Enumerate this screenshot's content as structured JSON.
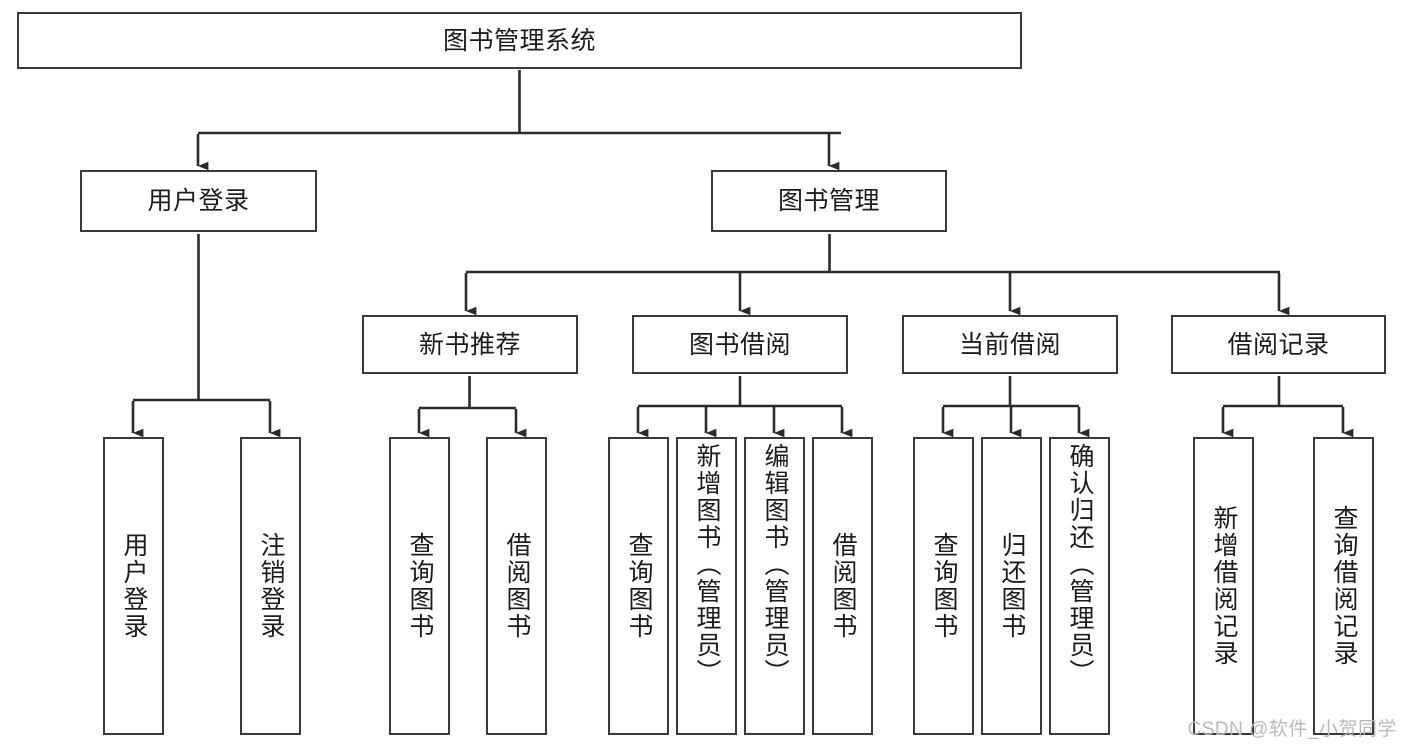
{
  "diagram": {
    "title": "图书管理系统",
    "type": "hierarchy-tree",
    "watermark": "CSDN @软件_小贺同学",
    "colors": {
      "box_border": "#3a3a3a",
      "box_fill": "#ffffff",
      "connector": "#2b2b2b",
      "text": "#1c1c1c",
      "watermark": "#b9b9b9",
      "background": "#ffffff"
    },
    "levels": {
      "level1": "root",
      "level2": "modules",
      "level3": "submodules",
      "level4": "operations"
    },
    "nodes": {
      "root": {
        "label": "图书管理系统",
        "orientation": "horizontal"
      },
      "user_login": {
        "label": "用户登录",
        "orientation": "horizontal"
      },
      "book_manage": {
        "label": "图书管理",
        "orientation": "horizontal"
      },
      "new_book_rec": {
        "label": "新书推荐",
        "orientation": "horizontal"
      },
      "book_borrow": {
        "label": "图书借阅",
        "orientation": "horizontal"
      },
      "current_borrow": {
        "label": "当前借阅",
        "orientation": "horizontal"
      },
      "borrow_record": {
        "label": "借阅记录",
        "orientation": "horizontal"
      },
      "leaf_user_login": {
        "label": "用户登录",
        "orientation": "vertical"
      },
      "leaf_logout": {
        "label": "注销登录",
        "orientation": "vertical"
      },
      "leaf_query_book_1": {
        "label": "查询图书",
        "orientation": "vertical"
      },
      "leaf_borrow_book_1": {
        "label": "借阅图书",
        "orientation": "vertical"
      },
      "leaf_query_book_2": {
        "label": "查询图书",
        "orientation": "vertical"
      },
      "leaf_add_book": {
        "label": "新增图书（管理员）",
        "orientation": "vertical"
      },
      "leaf_edit_book": {
        "label": "编辑图书（管理员）",
        "orientation": "vertical"
      },
      "leaf_borrow_book_2": {
        "label": "借阅图书",
        "orientation": "vertical"
      },
      "leaf_query_book_3": {
        "label": "查询图书",
        "orientation": "vertical"
      },
      "leaf_return_book": {
        "label": "归还图书",
        "orientation": "vertical"
      },
      "leaf_confirm_return": {
        "label": "确认归还（管理员）",
        "orientation": "vertical"
      },
      "leaf_add_record": {
        "label": "新增借阅记录",
        "orientation": "vertical"
      },
      "leaf_query_record": {
        "label": "查询借阅记录",
        "orientation": "vertical"
      }
    },
    "edges": [
      {
        "from": "root",
        "to": "user_login"
      },
      {
        "from": "root",
        "to": "book_manage"
      },
      {
        "from": "user_login",
        "to": "leaf_user_login"
      },
      {
        "from": "user_login",
        "to": "leaf_logout"
      },
      {
        "from": "book_manage",
        "to": "new_book_rec"
      },
      {
        "from": "book_manage",
        "to": "book_borrow"
      },
      {
        "from": "book_manage",
        "to": "current_borrow"
      },
      {
        "from": "book_manage",
        "to": "borrow_record"
      },
      {
        "from": "new_book_rec",
        "to": "leaf_query_book_1"
      },
      {
        "from": "new_book_rec",
        "to": "leaf_borrow_book_1"
      },
      {
        "from": "book_borrow",
        "to": "leaf_query_book_2"
      },
      {
        "from": "book_borrow",
        "to": "leaf_add_book"
      },
      {
        "from": "book_borrow",
        "to": "leaf_edit_book"
      },
      {
        "from": "book_borrow",
        "to": "leaf_borrow_book_2"
      },
      {
        "from": "current_borrow",
        "to": "leaf_query_book_3"
      },
      {
        "from": "current_borrow",
        "to": "leaf_return_book"
      },
      {
        "from": "current_borrow",
        "to": "leaf_confirm_return"
      },
      {
        "from": "borrow_record",
        "to": "leaf_add_record"
      },
      {
        "from": "borrow_record",
        "to": "leaf_query_record"
      }
    ]
  }
}
